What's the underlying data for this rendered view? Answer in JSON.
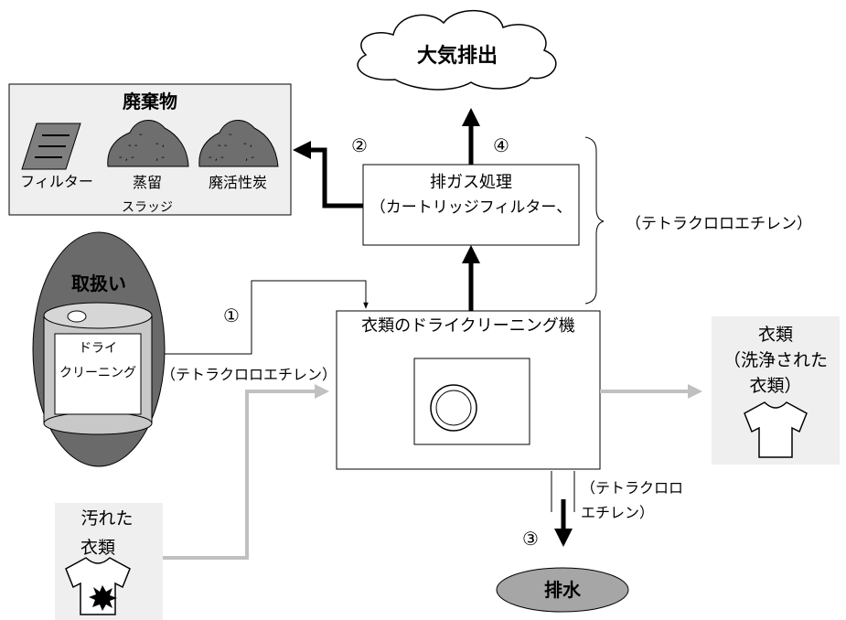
{
  "cloud": {
    "label": "大気排出"
  },
  "waste": {
    "title": "廃棄物",
    "filter_label": "フィルター",
    "sludge_label_1": "蒸留",
    "sludge_label_2": "スラッジ",
    "carbon_label": "廃活性炭"
  },
  "exhaust": {
    "title": "排ガス処理",
    "subtitle": "（カートリッジフィルター、"
  },
  "brace_label": "（テトラクロロエチレン）",
  "handling": {
    "title": "取扱い",
    "can_label_1": "ドライ",
    "can_label_2": "クリーニング"
  },
  "machine": {
    "title": "衣類のドライクリーニング機"
  },
  "input_label": "（テトラクロロエチレン）",
  "clean_clothes": {
    "line1": "衣類",
    "line2": "（洗浄された",
    "line3": "衣類）"
  },
  "dirty_clothes": {
    "line1": "汚れた",
    "line2": "衣類"
  },
  "drain_label_1": "（テトラクロロ",
  "drain_label_2": "エチレン）",
  "drain": {
    "label": "排水"
  },
  "numbers": {
    "n1": "①",
    "n2": "②",
    "n3": "③",
    "n4": "④"
  },
  "colors": {
    "waste_bg": "#efefef",
    "handling_fill": "#6a6a6a",
    "drain_fill": "#a6a6a6",
    "gray_arrow": "#c0c0c0",
    "filter_fill": "#7f7f7f"
  }
}
